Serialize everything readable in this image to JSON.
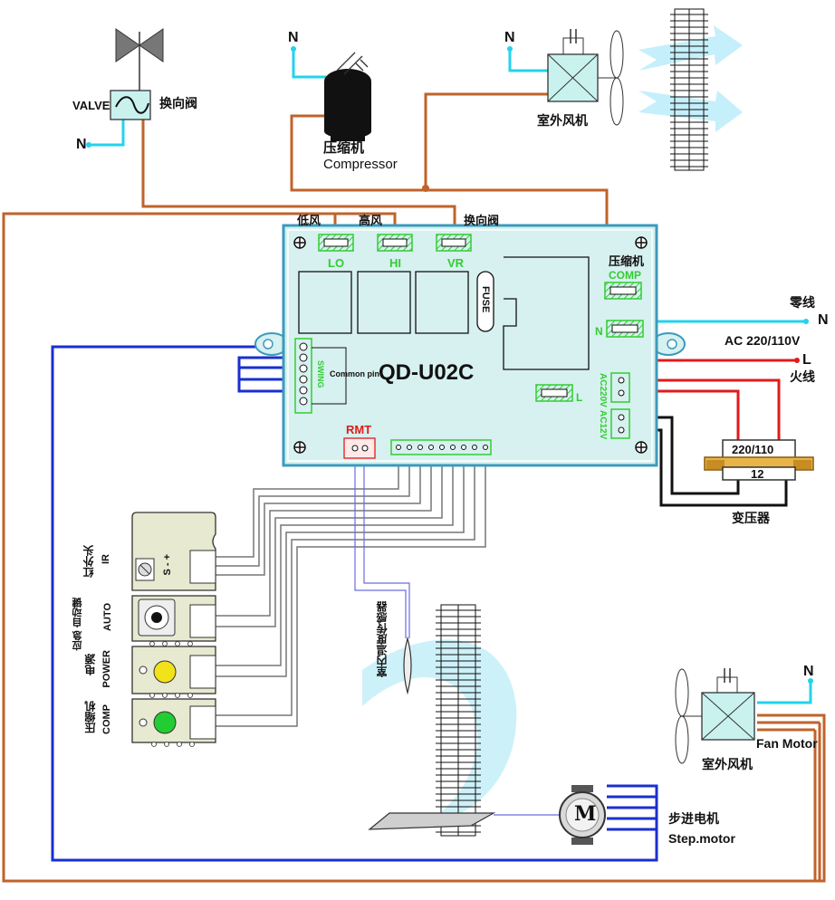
{
  "colors": {
    "board_fill": "#d6f1ef",
    "board_border": "#3b9bbd",
    "wire_orange": "#c0632a",
    "wire_blue": "#1a2fd0",
    "wire_cyan": "#22d3ee",
    "wire_red": "#e01b1b",
    "wire_black": "#111111",
    "wire_grey": "#777777",
    "connector_green": "#33cc33",
    "led_yellow": "#f2e21a",
    "led_green": "#22cc33",
    "airflow_cyan": "#bfeefa"
  },
  "board": {
    "model": "QD-U02C",
    "common_pin": "Common pin",
    "swing": "SWING",
    "fuse": "FUSE",
    "rmt": "RMT",
    "terminals": {
      "lo": "LO",
      "hi": "HI",
      "vr": "VR",
      "comp": "COMP",
      "n": "N",
      "l": "L",
      "ac220v": "AC220V",
      "ac12v": "AC12V"
    }
  },
  "labels": {
    "valve_en": "VALVE",
    "valve_cn": "换向阀",
    "n_valve": "N",
    "n_compressor": "N",
    "n_outdoor_fan": "N",
    "n_fan_motor": "N",
    "compressor_cn": "压缩机",
    "compressor_en": "Compressor",
    "outdoor_fan_cn": "室外风机",
    "low_wind": "低风",
    "high_wind": "高风",
    "reversing_valve": "换向阀",
    "compressor_terminal_cn": "压缩机",
    "neutral_cn": "零线",
    "neutral_n": "N",
    "ac_supply": "AC 220/110V",
    "live_l": "L",
    "live_cn": "火线",
    "transformer_primary": "220/110",
    "transformer_secondary": "12",
    "transformer_cn": "变压器",
    "indoor_temp_sensor": "室内温度传感器",
    "fan_motor_en": "Fan Motor",
    "fan_motor_cn": "室外风机",
    "step_motor_cn": "步进电机",
    "step_motor_en": "Step.motor",
    "stepper_letter": "M"
  },
  "panel": {
    "ir_cn": "红外头",
    "ir_en": "IR",
    "ir_pins": "S - +",
    "auto_cn": "应急 自动键",
    "auto_en": "AUTO",
    "power_cn": "电源",
    "power_en": "POWER",
    "comp_cn": "压缩机",
    "comp_en": "COMP"
  }
}
